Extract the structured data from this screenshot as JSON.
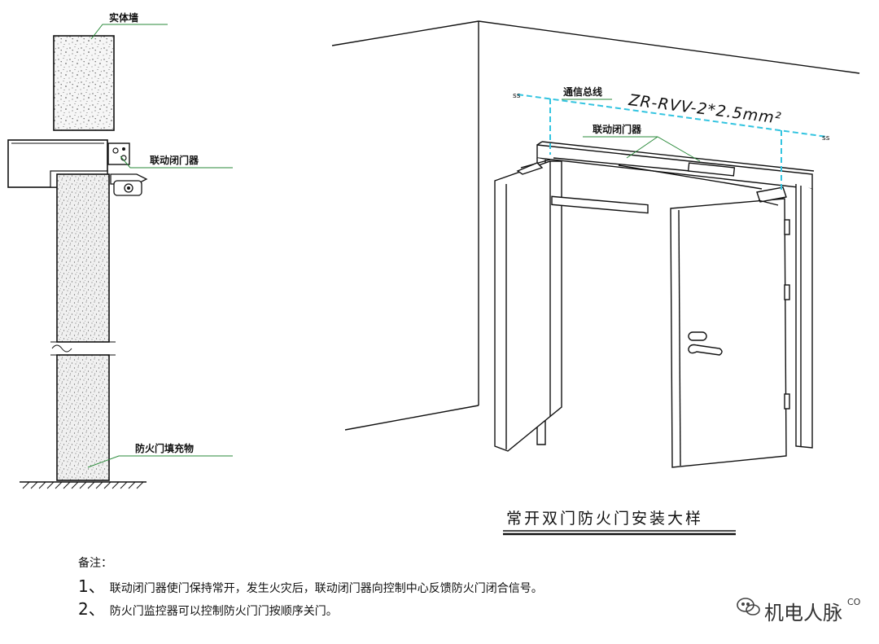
{
  "labels": {
    "solid_wall": "实体墙",
    "door_closer_side": "联动闭门器",
    "fill_material": "防火门填充物",
    "comm_bus": "通信总线",
    "cable_spec": "ZR-RVV-2*2.5mm²",
    "door_closer_top": "联动闭门器"
  },
  "title": "常开双门防火门安装大样",
  "notes": {
    "heading": "备注：",
    "items": [
      {
        "num": "1、",
        "text": "联动闭门器使门保持常开，发生火灾后，联动闭门器向控制中心反馈防火门闭合信号。"
      },
      {
        "num": "2、",
        "text": "防火门监控器可以控制防火门门按顺序关门。"
      }
    ]
  },
  "watermark": {
    "icon": "wechat-icon",
    "text": "机电人脉",
    "tail": "CO"
  },
  "colors": {
    "line": "#111111",
    "leader": "#2a8a3a",
    "cable": "#33c4e0",
    "wall_fill": "#f4f4f4"
  }
}
